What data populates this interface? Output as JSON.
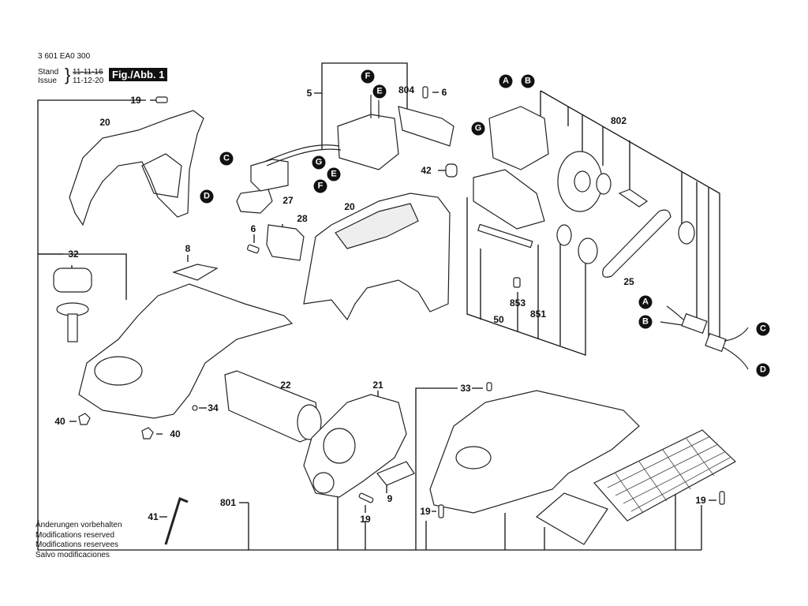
{
  "header": {
    "part_number": "3 601 EA0 300",
    "stand_label": "Stand",
    "issue_label": "Issue",
    "stand_date_struck": "11-11-16",
    "issue_date": "11-12-20",
    "figure_label": "Fig./Abb. 1"
  },
  "notice": {
    "lines": [
      "Änderungen vorbehalten",
      "Modifications reserved",
      "Modifications reservees",
      "Salvo modificaciones"
    ]
  },
  "part_labels": [
    {
      "id": "p19a",
      "text": "19"
    },
    {
      "id": "p20a",
      "text": "20"
    },
    {
      "id": "p5",
      "text": "5"
    },
    {
      "id": "p804",
      "text": "804"
    },
    {
      "id": "p6a",
      "text": "6"
    },
    {
      "id": "p802",
      "text": "802"
    },
    {
      "id": "p42",
      "text": "42"
    },
    {
      "id": "p27",
      "text": "27"
    },
    {
      "id": "p28",
      "text": "28"
    },
    {
      "id": "p20b",
      "text": "20"
    },
    {
      "id": "p6b",
      "text": "6"
    },
    {
      "id": "p32",
      "text": "32"
    },
    {
      "id": "p8",
      "text": "8"
    },
    {
      "id": "p853",
      "text": "853"
    },
    {
      "id": "p851",
      "text": "851"
    },
    {
      "id": "p50",
      "text": "50"
    },
    {
      "id": "p25",
      "text": "25"
    },
    {
      "id": "p22",
      "text": "22"
    },
    {
      "id": "p21",
      "text": "21"
    },
    {
      "id": "p33",
      "text": "33"
    },
    {
      "id": "p34",
      "text": "34"
    },
    {
      "id": "p40a",
      "text": "40"
    },
    {
      "id": "p40b",
      "text": "40"
    },
    {
      "id": "p9",
      "text": "9"
    },
    {
      "id": "p801",
      "text": "801"
    },
    {
      "id": "p19b",
      "text": "19"
    },
    {
      "id": "p19c",
      "text": "19"
    },
    {
      "id": "p19d",
      "text": "19"
    },
    {
      "id": "p41",
      "text": "41"
    }
  ],
  "connector_markers": [
    {
      "id": "mF1",
      "text": "F"
    },
    {
      "id": "mE1",
      "text": "E"
    },
    {
      "id": "mG1",
      "text": "G"
    },
    {
      "id": "mA1",
      "text": "A"
    },
    {
      "id": "mB1",
      "text": "B"
    },
    {
      "id": "mC1",
      "text": "C"
    },
    {
      "id": "mD1",
      "text": "D"
    },
    {
      "id": "mG2",
      "text": "G"
    },
    {
      "id": "mE2",
      "text": "E"
    },
    {
      "id": "mF2",
      "text": "F"
    },
    {
      "id": "mA2",
      "text": "A"
    },
    {
      "id": "mB2",
      "text": "B"
    },
    {
      "id": "mC2",
      "text": "C"
    },
    {
      "id": "mD2",
      "text": "D"
    }
  ]
}
